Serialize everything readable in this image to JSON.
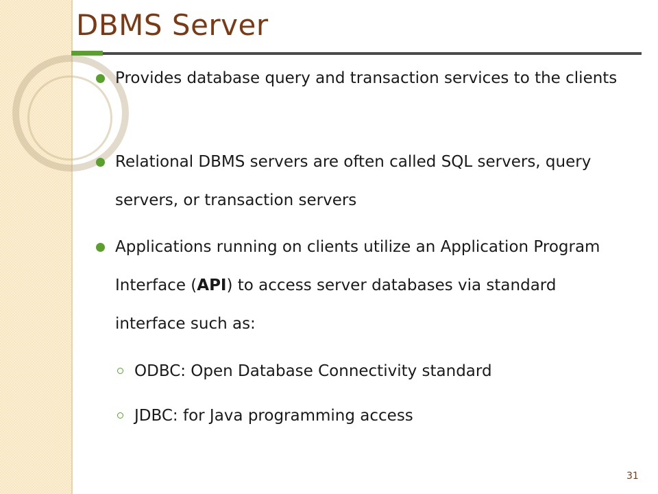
{
  "slide": {
    "title": "DBMS Server",
    "page_number": "31",
    "colors": {
      "title": "#7b3a13",
      "bullet": "#5aa02c",
      "text": "#1a1a1a",
      "side_band": "#f7e6bf",
      "rule_dark": "#4a4a4a"
    },
    "bullets": [
      {
        "text": "Provides database query and transaction services to the clients"
      },
      {
        "text": "Relational DBMS servers are often called SQL servers, query servers, or transaction servers"
      },
      {
        "text_before": "Applications running on clients utilize an Application Program Interface (",
        "bold": "API",
        "text_after": ") to access server databases via standard interface such as:"
      }
    ],
    "sub_bullets": [
      {
        "text": "ODBC: Open Database Connectivity standard"
      },
      {
        "text": "JDBC: for Java programming access"
      }
    ]
  }
}
